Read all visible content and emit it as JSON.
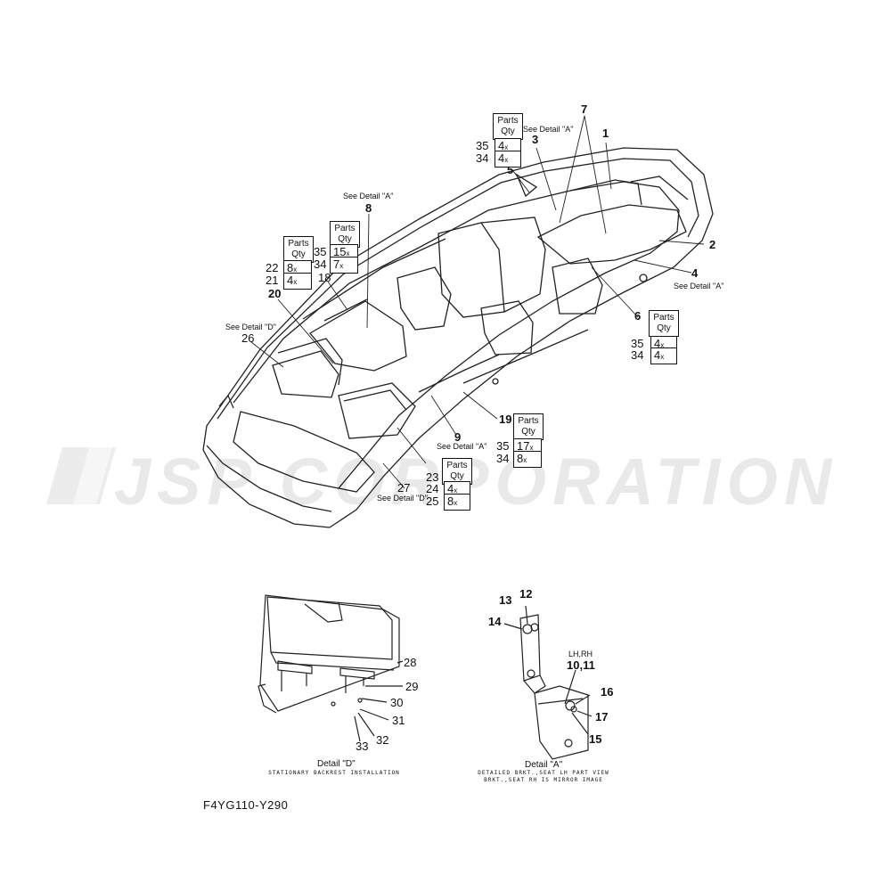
{
  "watermark": "JSP CORPORATION",
  "diagram_code": "F4YG110-Y290",
  "parts_box": {
    "head1": "Parts",
    "head2": "Qty"
  },
  "qty_tables": {
    "t1": {
      "rows": [
        {
          "part": "35",
          "qty": "4",
          "x": "x"
        },
        {
          "part": "34",
          "qty": "4",
          "x": "x"
        }
      ]
    },
    "t2": {
      "rows": [
        {
          "part": "35",
          "qty": "15",
          "x": "x"
        },
        {
          "part": "34",
          "qty": "7",
          "x": "x"
        }
      ]
    },
    "t3": {
      "rows": [
        {
          "part": "22",
          "qty": "8",
          "x": "x"
        },
        {
          "part": "21",
          "qty": "4",
          "x": "x"
        }
      ]
    },
    "t4": {
      "rows": [
        {
          "part": "35",
          "qty": "4",
          "x": "x"
        },
        {
          "part": "34",
          "qty": "4",
          "x": "x"
        }
      ]
    },
    "t5": {
      "rows": [
        {
          "part": "35",
          "qty": "17",
          "x": "x"
        },
        {
          "part": "34",
          "qty": "8",
          "x": "x"
        }
      ]
    },
    "t6": {
      "rows": [
        {
          "part": "23",
          "qty": "",
          "x": ""
        },
        {
          "part": "24",
          "qty": "4",
          "x": "x"
        },
        {
          "part": "25",
          "qty": "8",
          "x": "x"
        }
      ]
    }
  },
  "see_detail_a": "See Detail \"A\"",
  "see_detail_d": "See Detail \"D\"",
  "callouts": {
    "c1": "1",
    "c2": "2",
    "c3": "3",
    "c4": "4",
    "c5": "5",
    "c6": "6",
    "c7": "7",
    "c8": "8",
    "c9": "9",
    "c18": "18",
    "c19": "19",
    "c20": "20",
    "c26": "26",
    "c27": "27",
    "c28": "28",
    "c29": "29",
    "c30": "30",
    "c31": "31",
    "c32": "32",
    "c33": "33",
    "c12": "12",
    "c13": "13",
    "c14": "14",
    "c15": "15",
    "c16": "16",
    "c17": "17",
    "c1011": "10,11",
    "lhrh": "LH,RH"
  },
  "detail_d": {
    "title": "Detail \"D\"",
    "subtitle": "STATIONARY BACKREST INSTALLATION"
  },
  "detail_a": {
    "title": "Detail \"A\"",
    "subtitle1": "DETAILED BRKT.,SEAT LH PART VIEW",
    "subtitle2": "BRKT.,SEAT RH IS MIRROR IMAGE"
  }
}
